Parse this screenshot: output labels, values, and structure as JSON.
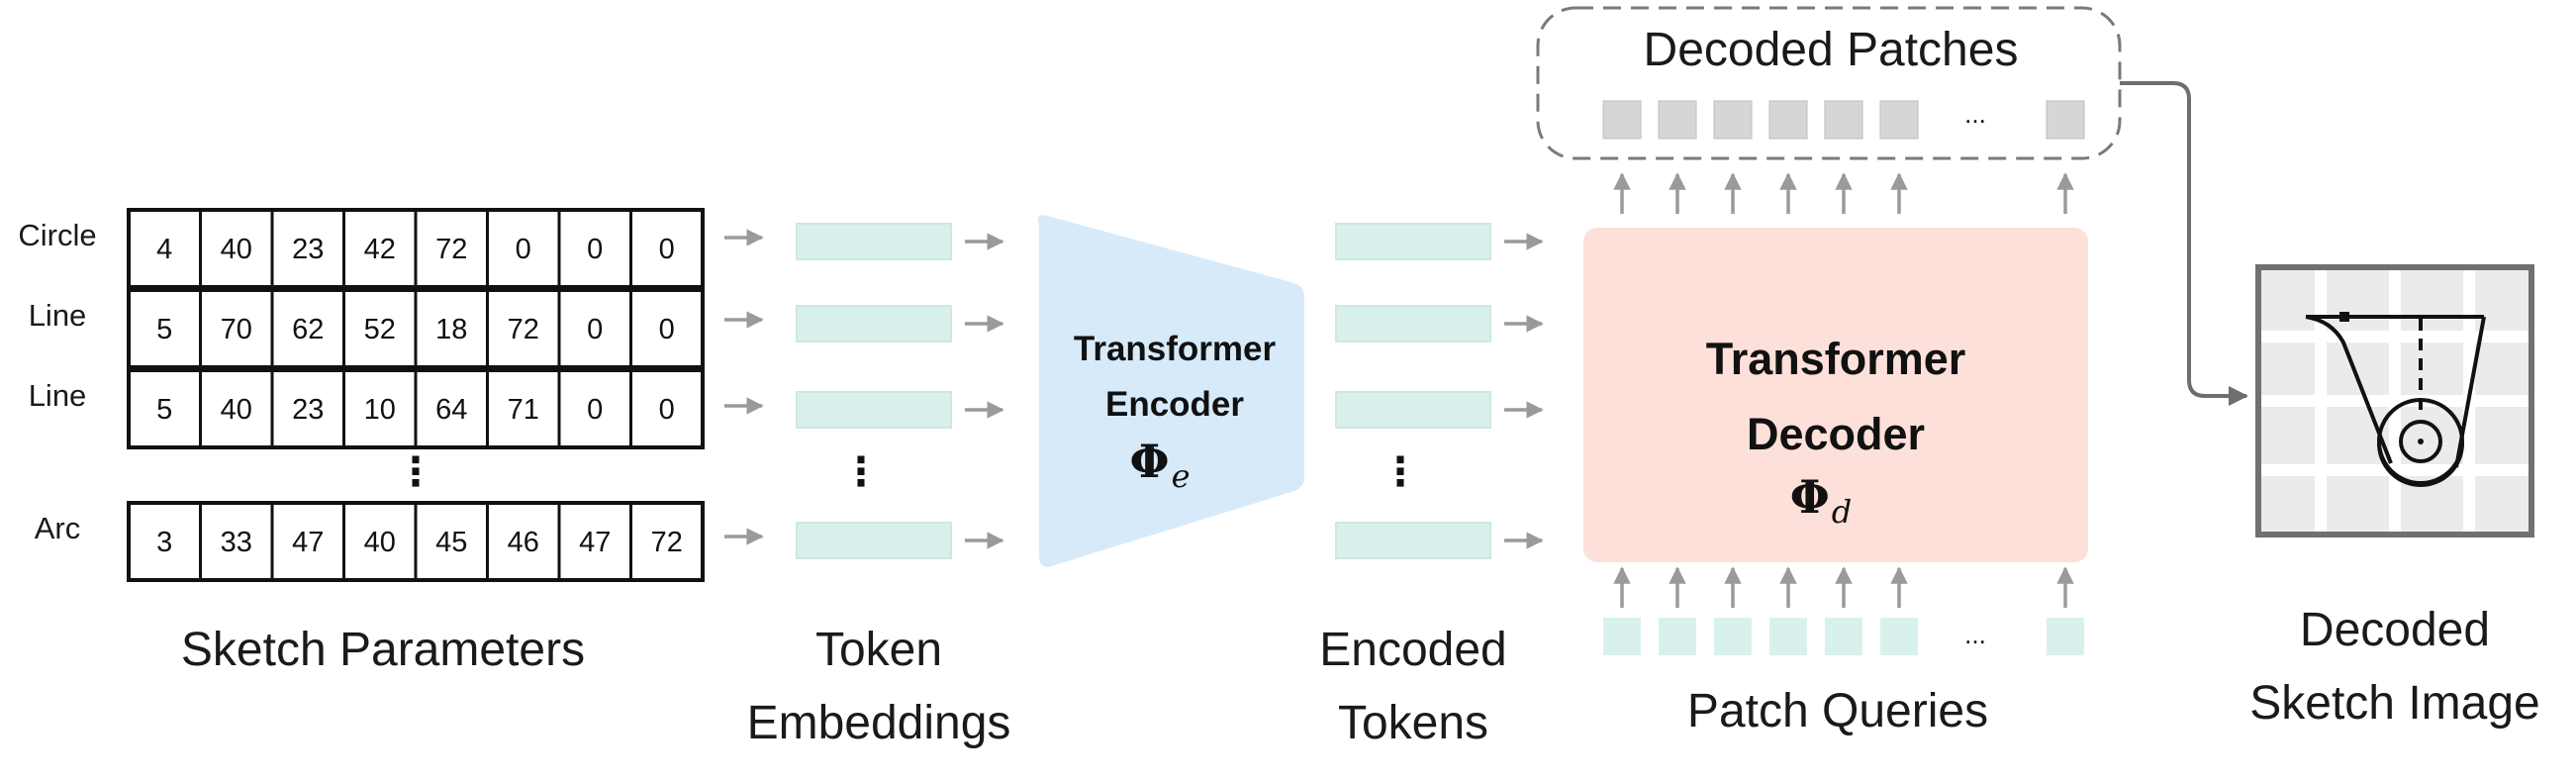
{
  "rows": [
    {
      "label": "Circle",
      "values": [
        "4",
        "40",
        "23",
        "42",
        "72",
        "0",
        "0",
        "0"
      ]
    },
    {
      "label": "Line",
      "values": [
        "5",
        "70",
        "62",
        "52",
        "18",
        "72",
        "0",
        "0"
      ]
    },
    {
      "label": "Line",
      "values": [
        "5",
        "40",
        "23",
        "10",
        "64",
        "71",
        "0",
        "0"
      ]
    },
    {
      "label": "Arc",
      "values": [
        "3",
        "33",
        "47",
        "40",
        "45",
        "46",
        "47",
        "72"
      ]
    }
  ],
  "vdots": "⋮",
  "hdots": "...",
  "labels": {
    "sketch_parameters": "Sketch Parameters",
    "token_line1": "Token",
    "token_line2": "Embeddings",
    "encoded_line1": "Encoded",
    "encoded_line2": "Tokens",
    "patch_queries": "Patch Queries",
    "decoded_patches": "Decoded Patches",
    "decoded_image_line1": "Decoded",
    "decoded_image_line2": "Sketch Image"
  },
  "encoder": {
    "line1": "Transformer",
    "line2": "Encoder",
    "symbol": "Φ",
    "sub": "e",
    "color": "#d6eafa"
  },
  "decoder": {
    "line1": "Transformer",
    "line2": "Decoder",
    "symbol": "Φ",
    "sub": "d",
    "color": "#fde0da"
  },
  "colors": {
    "token": "#d9f1ed",
    "patch": "#d6d6d6",
    "query": "#d9f1ed",
    "arrow": "#9a9a9a"
  }
}
